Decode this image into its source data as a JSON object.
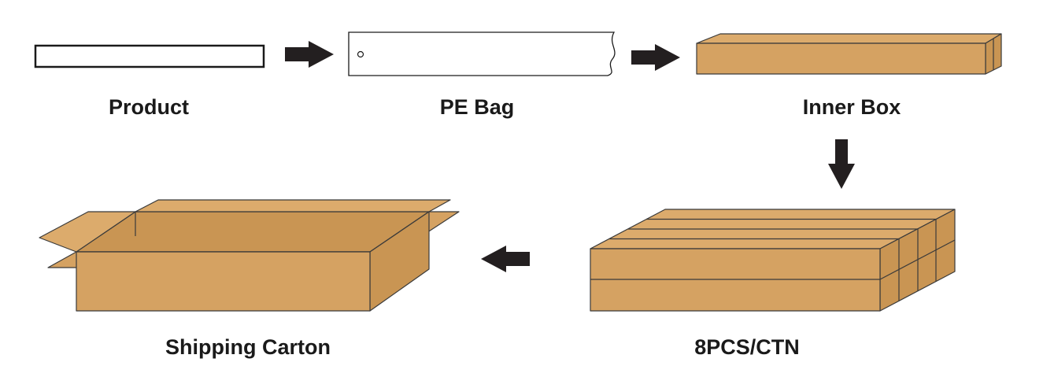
{
  "steps": {
    "product": {
      "label": "Product"
    },
    "pe_bag": {
      "label": "PE Bag"
    },
    "inner_box": {
      "label": "Inner Box"
    },
    "carton_count": {
      "label": "8PCS/CTN"
    },
    "shipping_carton": {
      "label": "Shipping Carton"
    }
  },
  "colors": {
    "cardboard_front": "#d5a262",
    "cardboard_top": "#dcab6c",
    "cardboard_side": "#c99553",
    "outline": "#3a3a3a",
    "arrow": "#231f20",
    "label": "#1a1a1a"
  }
}
